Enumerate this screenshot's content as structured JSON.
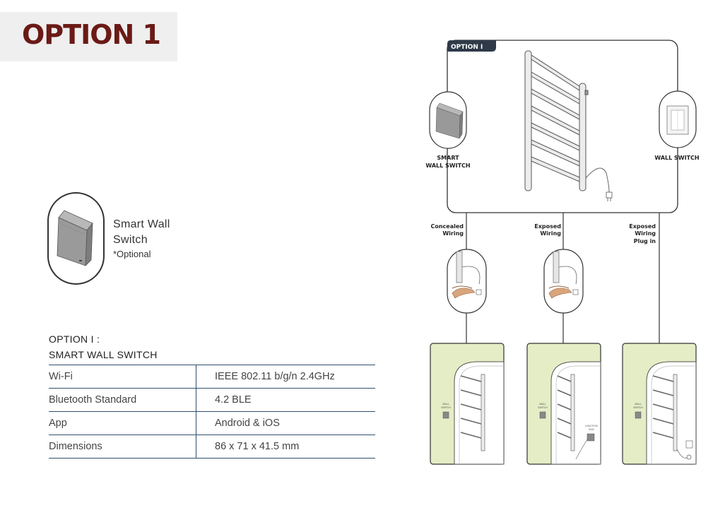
{
  "header": {
    "title": "OPTION 1"
  },
  "product": {
    "name_line1": "Smart Wall",
    "name_line2": "Switch",
    "note": "*Optional"
  },
  "specs": {
    "title_line1": "OPTION I :",
    "title_line2": "SMART WALL SWITCH",
    "rows": [
      {
        "key": "Wi-Fi",
        "value": "IEEE 802.11 b/g/n 2.4GHz"
      },
      {
        "key": "Bluetooth Standard",
        "value": "4.2 BLE"
      },
      {
        "key": "App",
        "value": "Android & iOS"
      },
      {
        "key": "Dimensions",
        "value": "86 x 71 x 41.5 mm"
      }
    ]
  },
  "diagram": {
    "tab": "OPTION I",
    "smart_switch_line1": "SMART",
    "smart_switch_line2": "WALL SWITCH",
    "wall_switch": "WALL SWITCH",
    "wiring": [
      {
        "line1": "Concealed",
        "line2": "Wiring",
        "line3": ""
      },
      {
        "line1": "Exposed",
        "line2": "Wiring",
        "line3": ""
      },
      {
        "line1": "Exposed",
        "line2": "Wiring",
        "line3": "Plug in"
      }
    ],
    "panel_switch_line1": "WALL",
    "panel_switch_line2": "SWITCH",
    "junction_line1": "JUNCTION",
    "junction_line2": "BOX"
  }
}
